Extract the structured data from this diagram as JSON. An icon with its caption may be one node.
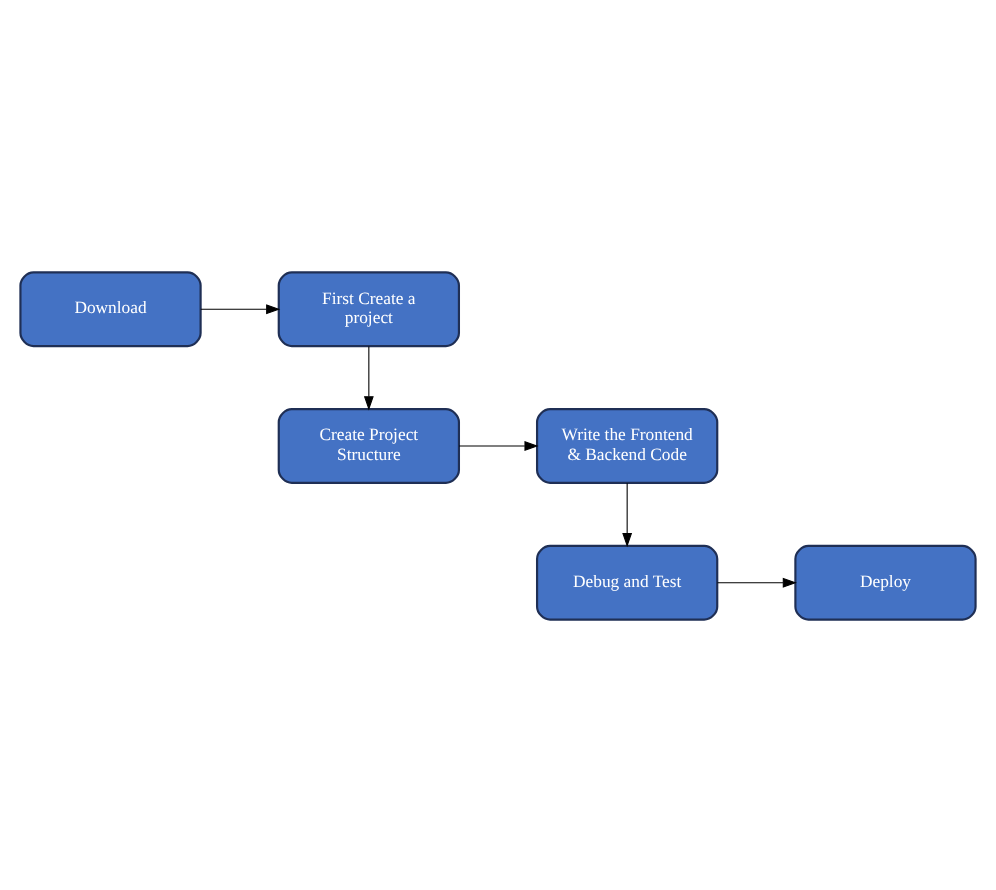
{
  "diagram": {
    "nodes": [
      {
        "text": [
          "Download"
        ]
      },
      {
        "text": [
          "First Create a project"
        ]
      },
      {
        "text": [
          "Create Project Structure"
        ]
      },
      {
        "text": [
          "Write the Frontend & Backend Code"
        ]
      },
      {
        "text": [
          "Debug and Test"
        ]
      },
      {
        "text": [
          "Deploy"
        ]
      }
    ],
    "edges": [
      {
        "from": 0,
        "to": 1,
        "arrow": "to"
      },
      {
        "from": 1,
        "to": 2,
        "arrow": "to"
      },
      {
        "from": 2,
        "to": 3,
        "arrow": "to"
      },
      {
        "from": 3,
        "to": 4,
        "arrow": "to"
      },
      {
        "from": 4,
        "to": 5,
        "arrow": "to"
      }
    ]
  }
}
